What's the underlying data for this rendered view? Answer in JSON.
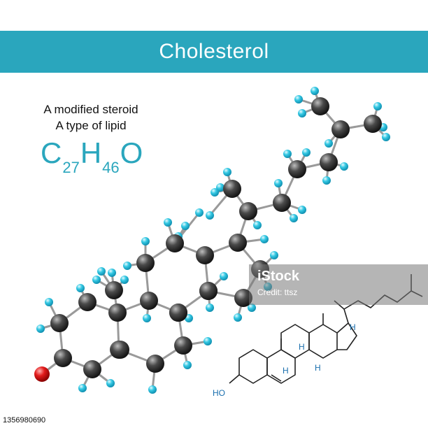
{
  "header": {
    "title": "Cholesterol",
    "color": "#2aa6bd"
  },
  "description": {
    "line1": "A modified steroid",
    "line2": "A type of lipid"
  },
  "formula": {
    "c": "C",
    "c_count": "27",
    "h": "H",
    "h_count": "46",
    "o": "O"
  },
  "skeletal": {
    "oh_label": "HO",
    "h_label": "H"
  },
  "atom_colors": {
    "carbon": "#3a3a3a",
    "hydrogen": "#2fc4e0",
    "oxygen": "#e01010"
  },
  "watermark": {
    "logo": "iStock",
    "credit": "Credit: ttsz"
  },
  "stock_id": "1356980690"
}
